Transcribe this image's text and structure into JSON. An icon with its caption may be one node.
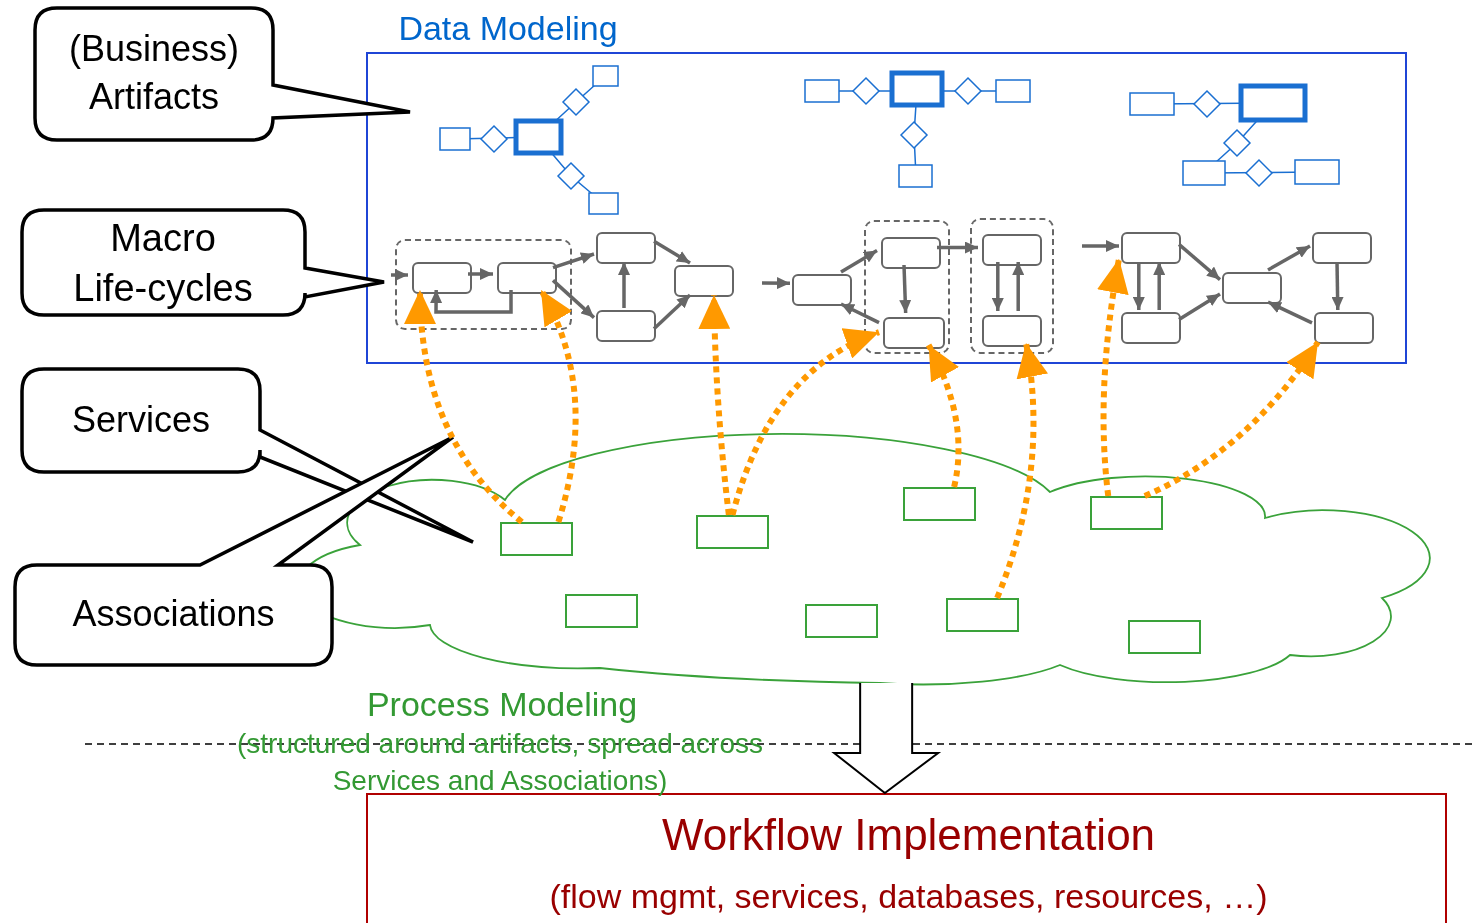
{
  "diagram": {
    "nodes": [
      {
        "text": [
          "(Business) Artifacts"
        ]
      },
      {
        "text": [
          "Data Modeling"
        ]
      },
      {
        "text": [
          "Macro Life-cycles"
        ]
      },
      {
        "text": [],
        "shape": "box",
        "in": 1
      },
      {
        "text": [],
        "shape": "box",
        "in": 3
      },
      {
        "text": [],
        "shape": "box",
        "in": 3
      },
      {
        "text": [],
        "shape": "box",
        "in": 1
      },
      {
        "text": [],
        "shape": "box",
        "in": 1
      },
      {
        "text": [],
        "shape": "box",
        "in": 1
      },
      {
        "text": [],
        "shape": "box",
        "in": 1
      },
      {
        "text": [],
        "shape": "box",
        "in": 1
      },
      {
        "text": [],
        "shape": "box",
        "in": 10
      },
      {
        "text": [],
        "shape": "box",
        "in": 10
      },
      {
        "text": [],
        "shape": "box",
        "in": 1
      },
      {
        "text": [],
        "shape": "box",
        "in": 13
      },
      {
        "text": [],
        "shape": "box",
        "in": 13
      },
      {
        "text": [],
        "shape": "box",
        "in": 1
      },
      {
        "text": [],
        "shape": "box",
        "in": 1
      },
      {
        "text": [],
        "shape": "box",
        "in": 1
      },
      {
        "text": [],
        "shape": "box",
        "in": 1
      },
      {
        "text": [],
        "shape": "box",
        "in": 1
      },
      {
        "text": [
          "Services"
        ]
      },
      {
        "text": [
          "Associations"
        ]
      },
      {
        "text": [
          "Process Modeling",
          "(structured around artifacts, spread across Services and Associations)"
        ]
      },
      {
        "text": [],
        "shape": "box",
        "in": 23
      },
      {
        "text": [],
        "shape": "box",
        "in": 23
      },
      {
        "text": [],
        "shape": "box",
        "in": 23
      },
      {
        "text": [],
        "shape": "box",
        "in": 23
      },
      {
        "text": [],
        "shape": "box",
        "in": 23
      },
      {
        "text": [],
        "shape": "box",
        "in": 23
      },
      {
        "text": [],
        "shape": "box",
        "in": 23
      },
      {
        "text": [],
        "shape": "box",
        "in": 23
      },
      {
        "text": [
          "Workflow Implementation",
          "(flow mgmt, services, databases, resources, …)"
        ]
      }
    ],
    "edges": [
      {
        "from": null,
        "to": 4,
        "arrow": "to"
      },
      {
        "from": 4,
        "to": 5,
        "arrow": "to"
      },
      {
        "from": 5,
        "to": 4,
        "arrow": "to"
      },
      {
        "from": 5,
        "to": 6,
        "arrow": "to"
      },
      {
        "from": 5,
        "to": 7,
        "arrow": "to"
      },
      {
        "from": 7,
        "to": 6,
        "arrow": "to"
      },
      {
        "from": 6,
        "to": 8,
        "arrow": "to"
      },
      {
        "from": 7,
        "to": 8,
        "arrow": "to"
      },
      {
        "from": null,
        "to": 9,
        "arrow": "to"
      },
      {
        "from": 9,
        "to": 11,
        "arrow": "to"
      },
      {
        "from": 11,
        "to": 12,
        "arrow": "to"
      },
      {
        "from": 12,
        "to": 9,
        "arrow": "to"
      },
      {
        "from": 11,
        "to": 14,
        "arrow": "to"
      },
      {
        "from": 14,
        "to": 15,
        "arrow": "to"
      },
      {
        "from": 15,
        "to": 14,
        "arrow": "to"
      },
      {
        "from": null,
        "to": 16,
        "arrow": "to"
      },
      {
        "from": 16,
        "to": 17,
        "arrow": "to"
      },
      {
        "from": 17,
        "to": 16,
        "arrow": "to"
      },
      {
        "from": 16,
        "to": 18,
        "arrow": "to"
      },
      {
        "from": 17,
        "to": 18,
        "arrow": "to"
      },
      {
        "from": 18,
        "to": 19,
        "arrow": "to"
      },
      {
        "from": 19,
        "to": 20,
        "arrow": "to"
      },
      {
        "from": 20,
        "to": 18,
        "arrow": "to"
      },
      {
        "from": 24,
        "to": 4,
        "arrow": "to",
        "style": "dashed",
        "color": "#ff9900"
      },
      {
        "from": 24,
        "to": 5,
        "arrow": "to",
        "style": "dashed",
        "color": "#ff9900"
      },
      {
        "from": 25,
        "to": 8,
        "arrow": "to",
        "style": "dashed",
        "color": "#ff9900"
      },
      {
        "from": 25,
        "to": 12,
        "arrow": "to",
        "style": "dashed",
        "color": "#ff9900"
      },
      {
        "from": 26,
        "to": 12,
        "arrow": "to",
        "style": "dashed",
        "color": "#ff9900"
      },
      {
        "from": 30,
        "to": 15,
        "arrow": "to",
        "style": "dashed",
        "color": "#ff9900"
      },
      {
        "from": 27,
        "to": 16,
        "arrow": "to",
        "style": "dashed",
        "color": "#ff9900"
      },
      {
        "from": 27,
        "to": 20,
        "arrow": "to",
        "style": "dashed",
        "color": "#ff9900"
      },
      {
        "from": 23,
        "to": 32,
        "arrow": "to",
        "style": "thick"
      }
    ]
  }
}
